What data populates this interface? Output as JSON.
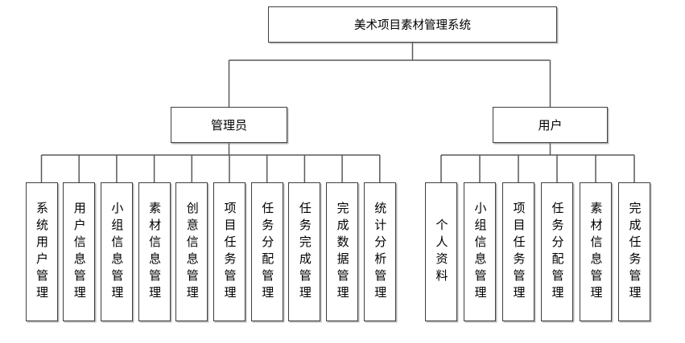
{
  "diagram": {
    "title": "美术项目素材管理系统",
    "root": {
      "label": "美术项目素材管理系统"
    },
    "branches": [
      {
        "label": "管理员",
        "children": [
          "系统用户管理",
          "用户信息管理",
          "小组信息管理",
          "素材信息管理",
          "创意信息管理",
          "项目任务管理",
          "任务分配管理",
          "任务完成管理",
          "完成数据管理",
          "统计分析管理"
        ]
      },
      {
        "label": "用户",
        "children": [
          "个人资料",
          "小组信息管理",
          "项目任务管理",
          "任务分配管理",
          "素材信息管理",
          "完成任务管理"
        ]
      }
    ],
    "colors": {
      "background": "#ffffff",
      "box_fill": "#ffffff",
      "box_border": "#3f3f3f",
      "connector": "#595959"
    }
  }
}
